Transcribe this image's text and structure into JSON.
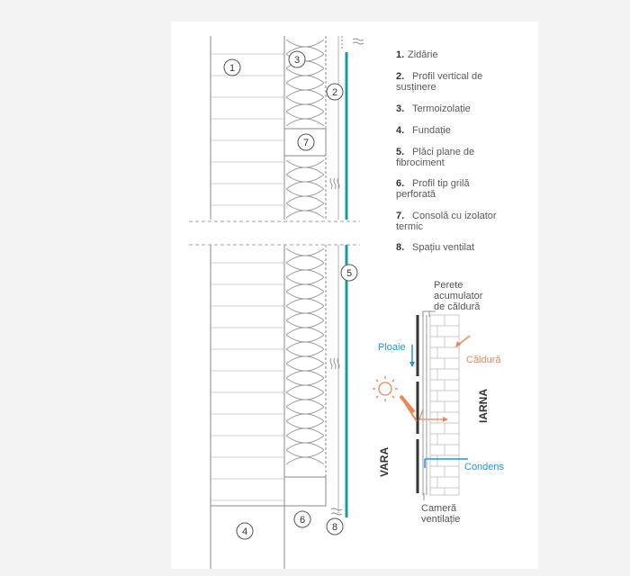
{
  "section_markers": [
    "1",
    "2",
    "3",
    "4",
    "5",
    "6",
    "7",
    "8"
  ],
  "legend": [
    {
      "num": "1.",
      "text": [
        "Zidărie"
      ]
    },
    {
      "num": "2.",
      "text": [
        "Profil vertical de",
        "susținere"
      ]
    },
    {
      "num": "3.",
      "text": [
        "Termoizolație"
      ]
    },
    {
      "num": "4.",
      "text": [
        "Fundație"
      ]
    },
    {
      "num": "5.",
      "text": [
        "Plăci plane de",
        "fibrociment"
      ]
    },
    {
      "num": "6.",
      "text": [
        "Profil tip grilă",
        "perforată"
      ]
    },
    {
      "num": "7.",
      "text": [
        "Consolă cu izolator",
        "termic"
      ]
    },
    {
      "num": "8.",
      "text": [
        "Spațiu ventilat"
      ]
    }
  ],
  "detail": {
    "wall_label": [
      "Perete",
      "acumulator",
      "de căldură"
    ],
    "rain": "Ploaie",
    "heat": "Căldură",
    "condens": "Condens",
    "chamber_label": [
      "Cameră",
      "ventilație"
    ],
    "summer": "VARA",
    "winter": "IARNA"
  },
  "colors": {
    "panel": "#1e9a96",
    "rain": "#2a93d5",
    "heat": "#e8885a",
    "line": "#8a8a8a"
  }
}
